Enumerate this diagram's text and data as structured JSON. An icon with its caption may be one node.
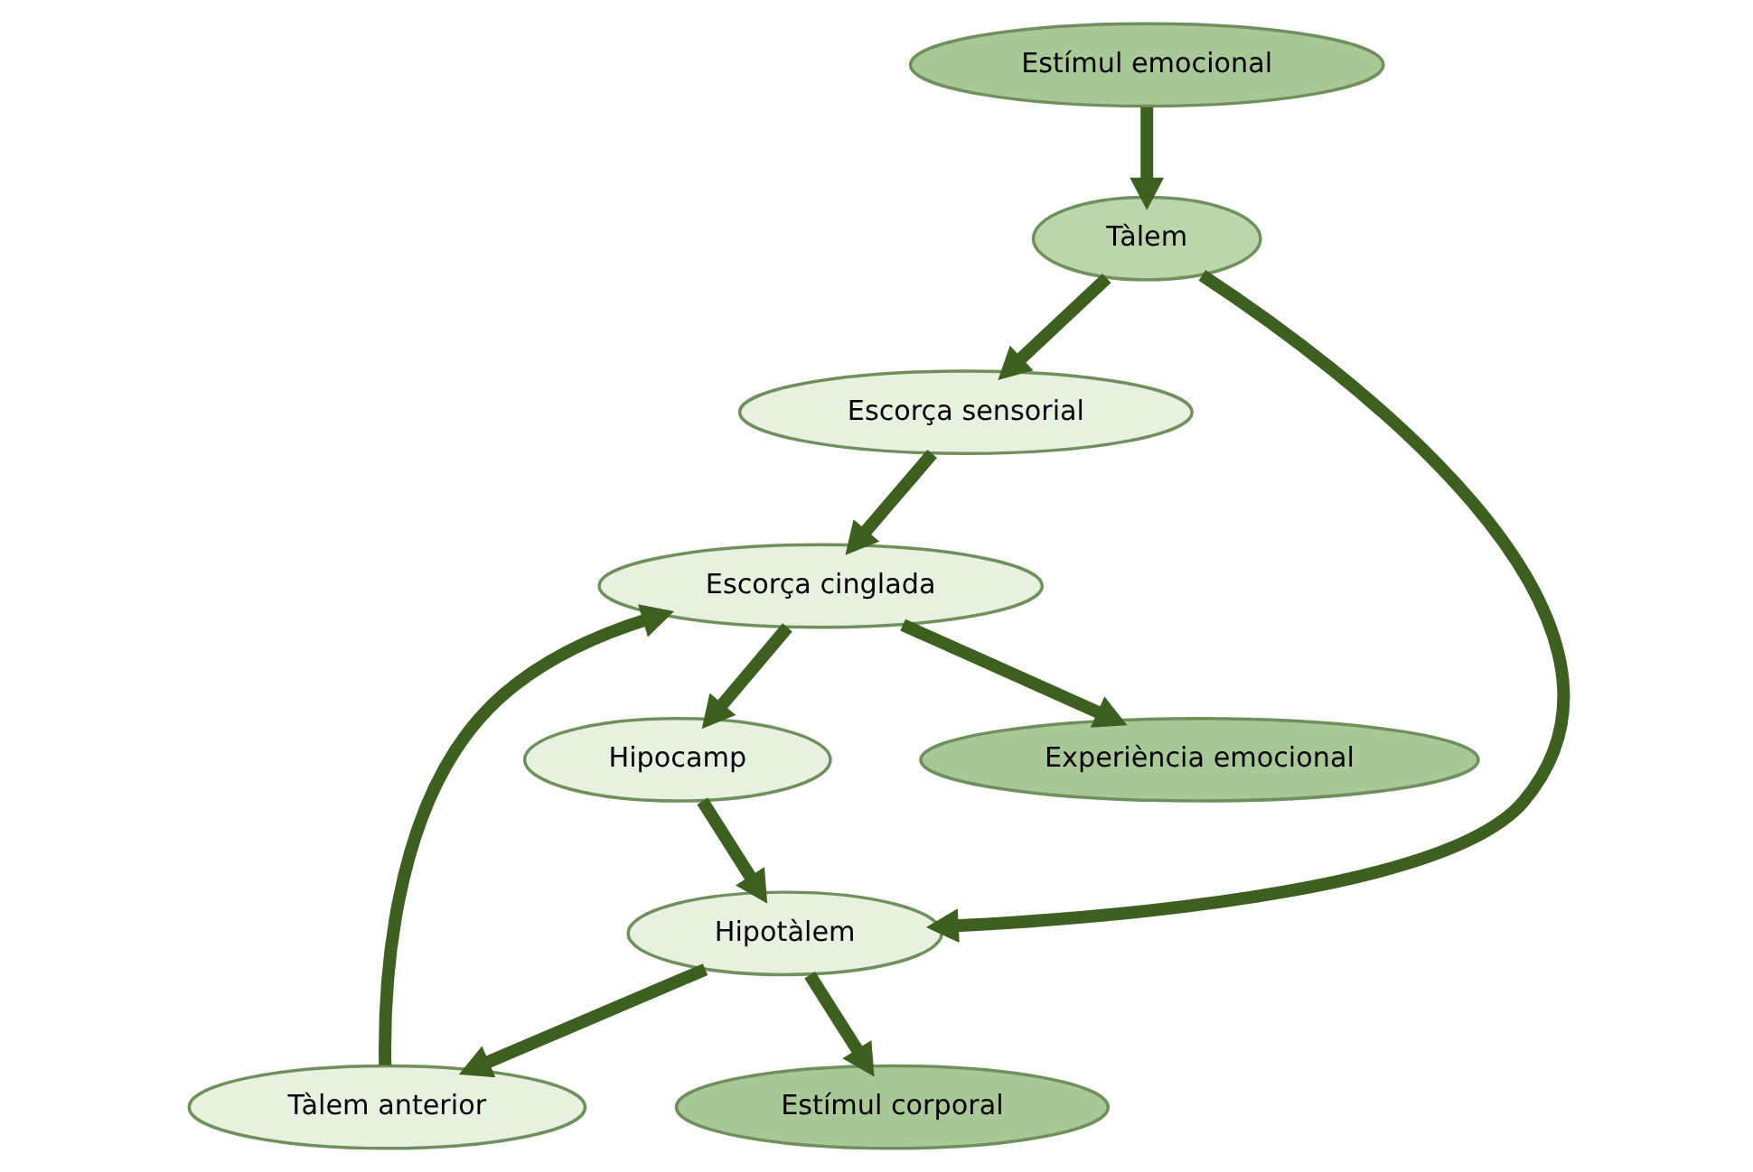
{
  "diagram": {
    "nodes": [
      {
        "text": [
          "Estímul emocional"
        ]
      },
      {
        "text": [
          "Tàlem"
        ]
      },
      {
        "text": [
          "Escorça sensorial"
        ]
      },
      {
        "text": [
          "Estímul corporal"
        ]
      },
      {
        "text": [
          "Hipotàlem"
        ]
      },
      {
        "text": [
          "Hipocamp"
        ]
      },
      {
        "text": [
          "Tàlem anterior"
        ]
      },
      {
        "text": [
          "Escorça cinglada"
        ]
      },
      {
        "text": [
          "Experiència emocional"
        ]
      }
    ],
    "edges": [
      {
        "from": 0,
        "to": 1,
        "arrow": "to"
      },
      {
        "from": 1,
        "to": 2,
        "arrow": "to"
      },
      {
        "from": 1,
        "to": 4,
        "arrow": "to"
      },
      {
        "from": 2,
        "to": 7,
        "arrow": "to"
      },
      {
        "from": 4,
        "to": 3,
        "arrow": "to"
      },
      {
        "from": 4,
        "to": 6,
        "arrow": "to"
      },
      {
        "from": 6,
        "to": 7,
        "arrow": "to"
      },
      {
        "from": 7,
        "to": 5,
        "arrow": "to"
      },
      {
        "from": 5,
        "to": 4,
        "arrow": "to"
      },
      {
        "from": 7,
        "to": 8,
        "arrow": "to"
      }
    ]
  }
}
